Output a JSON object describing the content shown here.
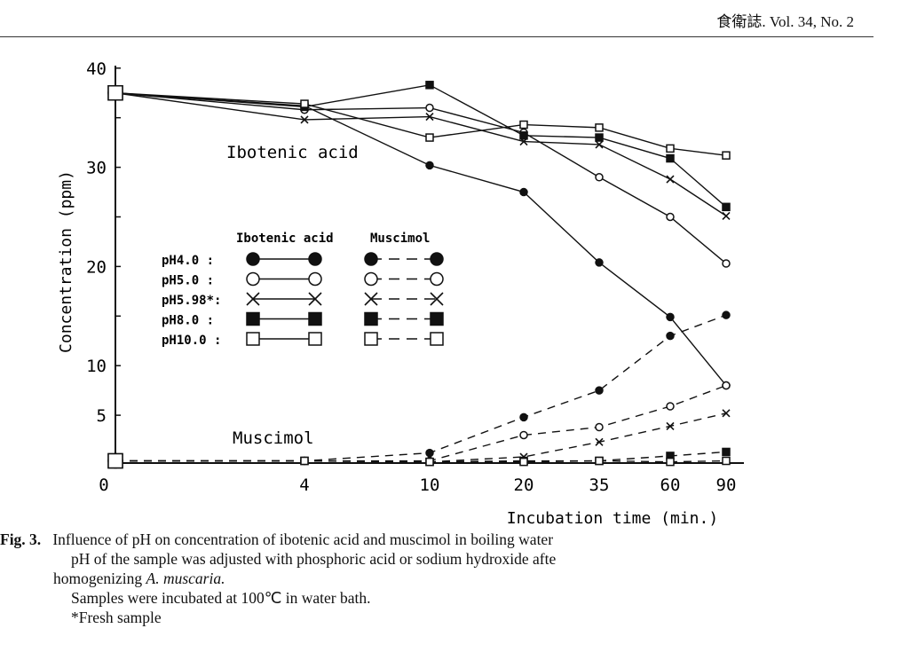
{
  "header": {
    "journal": "食衛誌. Vol. 34, No. 2"
  },
  "chart_data": {
    "type": "line",
    "xlabel": "Incubation time (min.)",
    "ylabel": "Concentration (ppm)",
    "x": [
      0,
      4,
      10,
      20,
      35,
      60,
      90
    ],
    "x_tick_labels": [
      "0",
      "4",
      "10",
      "20",
      "35",
      "60",
      "90"
    ],
    "y_tick_labels": [
      "40",
      "30",
      "20",
      "10",
      "5"
    ],
    "ylim": [
      0,
      40
    ],
    "annotations": [
      "Ibotenic acid",
      "Muscimol"
    ],
    "legend": {
      "placement": "center-left",
      "col_headers": [
        "Ibotenic acid",
        "Muscimol"
      ],
      "labels": [
        "pH4.0  :",
        "pH5.0  :",
        "pH5.98*:",
        "pH8.0  :",
        "pH10.0 :"
      ]
    },
    "series": [
      {
        "name": "Ibotenic acid pH4.0",
        "marker": "filled-circle",
        "style": "solid",
        "values": [
          37.5,
          36.2,
          30.2,
          27.5,
          20.4,
          14.9,
          8.0
        ]
      },
      {
        "name": "Ibotenic acid pH5.0",
        "marker": "open-circle",
        "style": "solid",
        "values": [
          37.5,
          35.8,
          36.0,
          33.5,
          29.0,
          25.0,
          20.3
        ]
      },
      {
        "name": "Ibotenic acid pH5.98*",
        "marker": "cross",
        "style": "solid",
        "values": [
          37.5,
          34.8,
          35.1,
          32.6,
          32.3,
          28.8,
          25.1
        ]
      },
      {
        "name": "Ibotenic acid pH8.0",
        "marker": "filled-square",
        "style": "solid",
        "values": [
          37.5,
          36.1,
          38.3,
          33.2,
          33.0,
          30.9,
          26.0
        ]
      },
      {
        "name": "Ibotenic acid pH10.0",
        "marker": "open-square",
        "style": "solid",
        "values": [
          37.5,
          36.4,
          33.0,
          34.3,
          34.0,
          31.9,
          31.2
        ]
      },
      {
        "name": "Muscimol pH4.0",
        "marker": "filled-circle",
        "style": "dashed",
        "values": [
          0.4,
          0.4,
          1.2,
          4.8,
          7.5,
          13.0,
          15.1
        ]
      },
      {
        "name": "Muscimol pH5.0",
        "marker": "open-circle",
        "style": "dashed",
        "values": [
          0.4,
          0.4,
          0.4,
          3.0,
          3.8,
          5.9,
          8.0
        ]
      },
      {
        "name": "Muscimol pH5.98*",
        "marker": "cross",
        "style": "dashed",
        "values": [
          0.4,
          0.4,
          0.3,
          0.8,
          2.3,
          3.9,
          5.2
        ]
      },
      {
        "name": "Muscimol pH8.0",
        "marker": "filled-square",
        "style": "dashed",
        "values": [
          0.4,
          0.4,
          0.3,
          0.4,
          0.4,
          0.9,
          1.3
        ]
      },
      {
        "name": "Muscimol pH10.0",
        "marker": "open-square",
        "style": "dashed",
        "values": [
          0.4,
          0.4,
          0.3,
          0.3,
          0.4,
          0.3,
          0.4
        ]
      }
    ]
  },
  "caption": {
    "fig_label": "Fig. 3.",
    "line1": "Influence of pH on concentration of ibotenic acid and muscimol in boiling water",
    "line2": "pH of the sample was adjusted with phosphoric acid or sodium hydroxide afte",
    "line3a": "homogenizing ",
    "line3b": "A. muscaria.",
    "line4": "Samples were incubated at 100℃ in water bath.",
    "line5": "*Fresh sample"
  }
}
